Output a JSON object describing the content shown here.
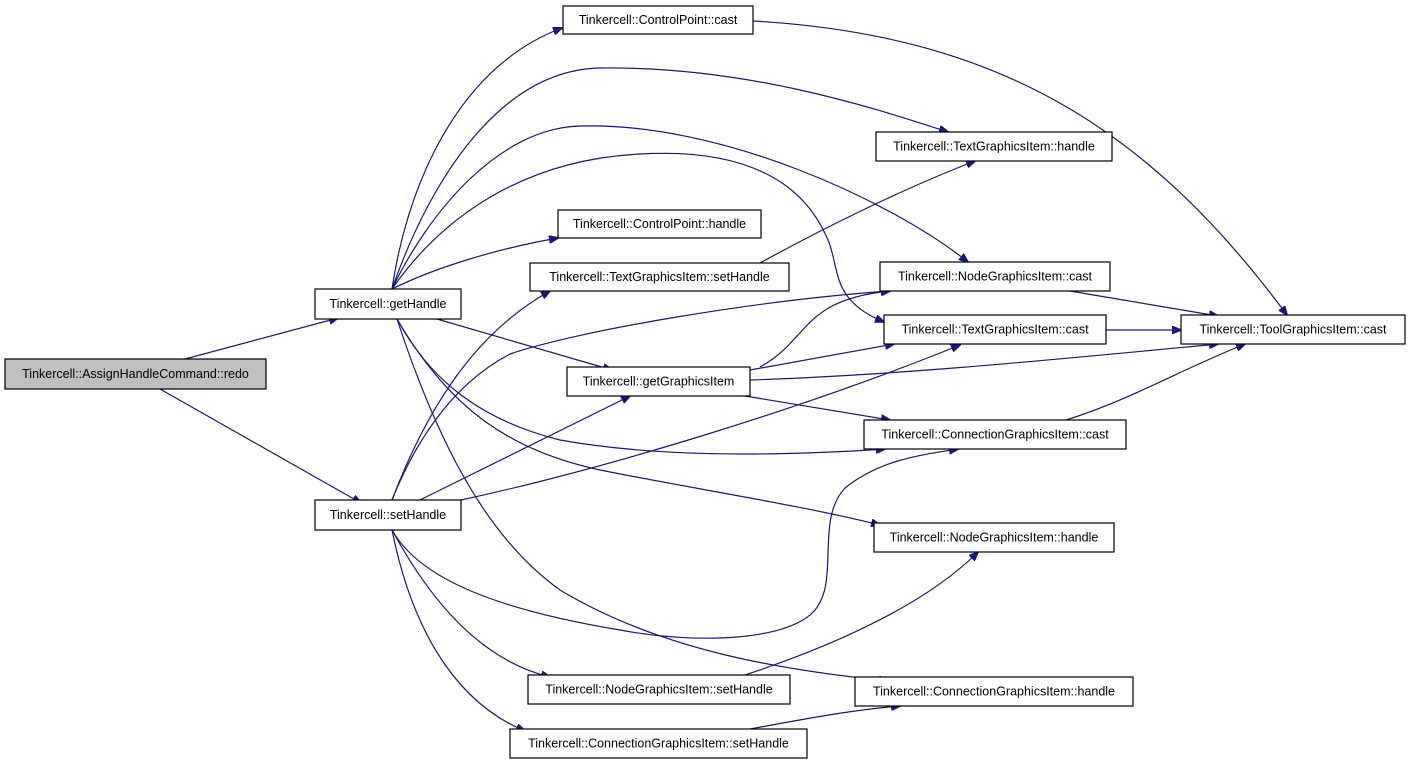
{
  "graph": {
    "nodes": [
      {
        "id": "redo",
        "label": "Tinkercell::AssignHandleCommand::redo",
        "root": true
      },
      {
        "id": "getHandle",
        "label": "Tinkercell::getHandle"
      },
      {
        "id": "setHandle",
        "label": "Tinkercell::setHandle"
      },
      {
        "id": "cp_cast",
        "label": "Tinkercell::ControlPoint::cast"
      },
      {
        "id": "cp_handle",
        "label": "Tinkercell::ControlPoint::handle"
      },
      {
        "id": "tgi_setHandle",
        "label": "Tinkercell::TextGraphicsItem::setHandle"
      },
      {
        "id": "getGraphicsItem",
        "label": "Tinkercell::getGraphicsItem"
      },
      {
        "id": "tgi_handle",
        "label": "Tinkercell::TextGraphicsItem::handle"
      },
      {
        "id": "ngi_cast",
        "label": "Tinkercell::NodeGraphicsItem::cast"
      },
      {
        "id": "tgi_cast",
        "label": "Tinkercell::TextGraphicsItem::cast"
      },
      {
        "id": "cgi_cast",
        "label": "Tinkercell::ConnectionGraphicsItem::cast"
      },
      {
        "id": "ngi_handle",
        "label": "Tinkercell::NodeGraphicsItem::handle"
      },
      {
        "id": "cgi_handle",
        "label": "Tinkercell::ConnectionGraphicsItem::handle"
      },
      {
        "id": "ngi_setHandle",
        "label": "Tinkercell::NodeGraphicsItem::setHandle"
      },
      {
        "id": "cgi_setHandle",
        "label": "Tinkercell::ConnectionGraphicsItem::setHandle"
      },
      {
        "id": "toolgi_cast",
        "label": "Tinkercell::ToolGraphicsItem::cast"
      }
    ],
    "edges": [
      {
        "from": "redo",
        "to": "getHandle"
      },
      {
        "from": "redo",
        "to": "setHandle"
      },
      {
        "from": "getHandle",
        "to": "cp_cast"
      },
      {
        "from": "getHandle",
        "to": "tgi_handle"
      },
      {
        "from": "getHandle",
        "to": "ngi_cast"
      },
      {
        "from": "getHandle",
        "to": "tgi_cast"
      },
      {
        "from": "getHandle",
        "to": "cp_handle"
      },
      {
        "from": "getHandle",
        "to": "getGraphicsItem"
      },
      {
        "from": "getHandle",
        "to": "cgi_cast"
      },
      {
        "from": "getHandle",
        "to": "ngi_handle"
      },
      {
        "from": "getHandle",
        "to": "cgi_handle"
      },
      {
        "from": "setHandle",
        "to": "tgi_setHandle"
      },
      {
        "from": "setHandle",
        "to": "ngi_cast"
      },
      {
        "from": "setHandle",
        "to": "getGraphicsItem"
      },
      {
        "from": "setHandle",
        "to": "tgi_cast"
      },
      {
        "from": "setHandle",
        "to": "cgi_cast"
      },
      {
        "from": "setHandle",
        "to": "ngi_setHandle"
      },
      {
        "from": "setHandle",
        "to": "cgi_setHandle"
      },
      {
        "from": "cp_cast",
        "to": "toolgi_cast"
      },
      {
        "from": "tgi_setHandle",
        "to": "tgi_handle"
      },
      {
        "from": "getGraphicsItem",
        "to": "ngi_cast"
      },
      {
        "from": "getGraphicsItem",
        "to": "tgi_cast"
      },
      {
        "from": "getGraphicsItem",
        "to": "toolgi_cast"
      },
      {
        "from": "getGraphicsItem",
        "to": "cgi_cast"
      },
      {
        "from": "ngi_cast",
        "to": "toolgi_cast"
      },
      {
        "from": "tgi_cast",
        "to": "toolgi_cast"
      },
      {
        "from": "cgi_cast",
        "to": "toolgi_cast"
      },
      {
        "from": "ngi_setHandle",
        "to": "ngi_handle"
      },
      {
        "from": "cgi_setHandle",
        "to": "cgi_handle"
      }
    ]
  }
}
